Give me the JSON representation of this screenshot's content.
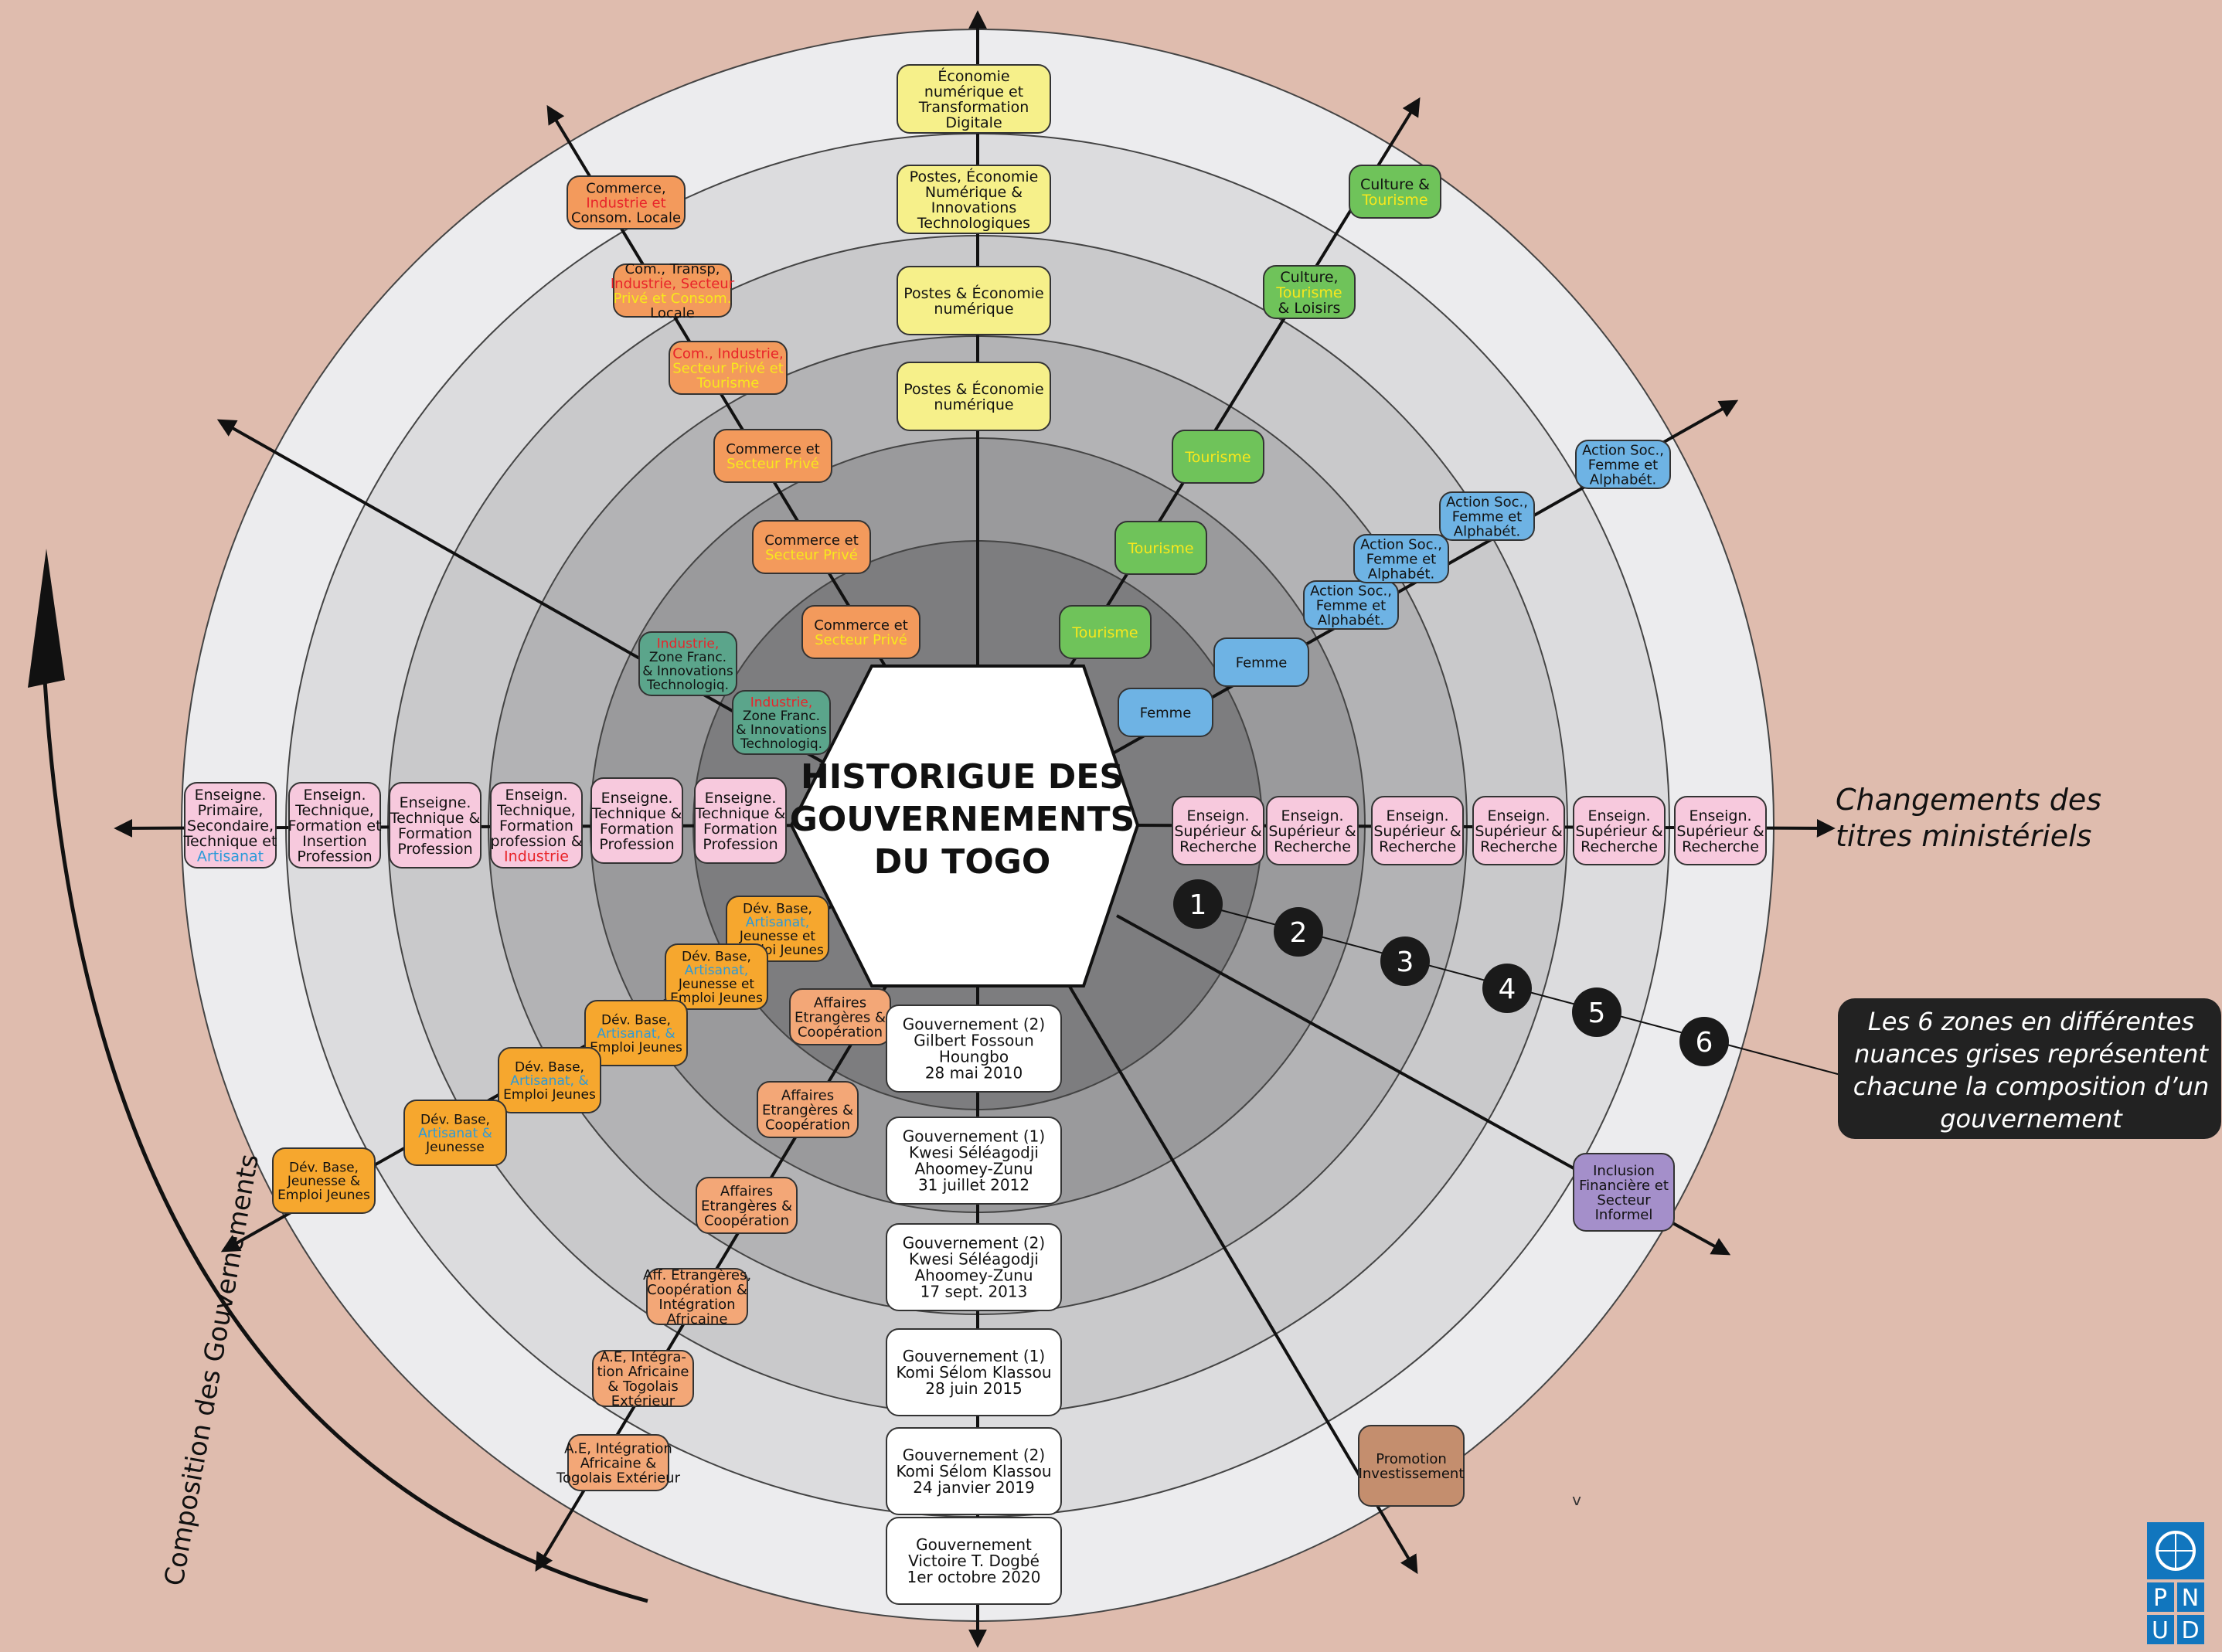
{
  "title": {
    "lines": [
      "HISTORIGUE DES",
      "GOUVERNEMENTS",
      "DU TOGO"
    ]
  },
  "side_labels": {
    "changements": [
      "Changements des",
      "titres ministériels"
    ],
    "composition": "Composition des Gouvernements"
  },
  "legend": {
    "lines": [
      "Les 6 zones en différentes",
      "nuances grises représentent",
      "chacune la composition d’un",
      "gouvernement"
    ]
  },
  "zone_numbers": [
    "1",
    "2",
    "3",
    "4",
    "5",
    "6"
  ],
  "logo": {
    "letters": [
      "P",
      "N",
      "U",
      "D"
    ]
  },
  "stray_mark": "v",
  "colors": {
    "background": "#dfbcae",
    "zones": [
      "#7d7d7f",
      "#9a9a9c",
      "#b3b3b5",
      "#c9c9cb",
      "#dcdcde",
      "#ececee"
    ],
    "pink": "#f7c9dd",
    "yellow": "#f6f08a",
    "green": "#6fc35a",
    "blue": "#6eb3e4",
    "orange_dark": "#f39a5c",
    "orange": "#f6a72e",
    "salmon": "#f3a777",
    "teal": "#5ba58b",
    "purple": "#a48fca",
    "brown": "#c48e6e",
    "white_box": "#ffffff",
    "accent_red": "#e8242a",
    "accent_yellow": "#f8e81c",
    "accent_blue": "#2c9ad9",
    "logo_blue": "#1176be"
  },
  "groups": [
    {
      "name": "enseignement-technique",
      "color": "pink",
      "boxes": [
        {
          "lines": [
            {
              "t": "Enseigne."
            },
            {
              "t": "Technique &"
            },
            {
              "t": "Formation"
            },
            {
              "t": "Profession"
            }
          ]
        },
        {
          "lines": [
            {
              "t": "Enseigne."
            },
            {
              "t": "Technique &"
            },
            {
              "t": "Formation"
            },
            {
              "t": "Profession"
            }
          ]
        },
        {
          "lines": [
            {
              "t": "Enseign."
            },
            {
              "t": "Technique,"
            },
            {
              "t": "Formation"
            },
            {
              "t": "profession &"
            },
            {
              "t": "Industrie",
              "c": "accent_red"
            }
          ]
        },
        {
          "lines": [
            {
              "t": "Enseigne."
            },
            {
              "t": "Technique &"
            },
            {
              "t": "Formation"
            },
            {
              "t": "Profession"
            }
          ]
        },
        {
          "lines": [
            {
              "t": "Enseign."
            },
            {
              "t": "Technique,"
            },
            {
              "t": "Formation et"
            },
            {
              "t": "Insertion"
            },
            {
              "t": "Profession"
            }
          ]
        },
        {
          "lines": [
            {
              "t": "Enseigne."
            },
            {
              "t": "Primaire,"
            },
            {
              "t": "Secondaire,"
            },
            {
              "t": "Technique et"
            },
            {
              "t": "Artisanat",
              "c": "accent_blue"
            }
          ]
        }
      ]
    },
    {
      "name": "enseignement-superieur",
      "color": "pink",
      "boxes": [
        {
          "lines": [
            {
              "t": "Enseign."
            },
            {
              "t": "Supérieur &"
            },
            {
              "t": "Recherche"
            }
          ]
        },
        {
          "lines": [
            {
              "t": "Enseign."
            },
            {
              "t": "Supérieur &"
            },
            {
              "t": "Recherche"
            }
          ]
        },
        {
          "lines": [
            {
              "t": "Enseign."
            },
            {
              "t": "Supérieur &"
            },
            {
              "t": "Recherche"
            }
          ]
        },
        {
          "lines": [
            {
              "t": "Enseign."
            },
            {
              "t": "Supérieur &"
            },
            {
              "t": "Recherche"
            }
          ]
        },
        {
          "lines": [
            {
              "t": "Enseign."
            },
            {
              "t": "Supérieur &"
            },
            {
              "t": "Recherche"
            }
          ]
        },
        {
          "lines": [
            {
              "t": "Enseign."
            },
            {
              "t": "Supérieur &"
            },
            {
              "t": "Recherche"
            }
          ]
        }
      ]
    },
    {
      "name": "postes-economie-numerique",
      "color": "yellow",
      "boxes": [
        {
          "lines": [
            {
              "t": "Postes & Économie"
            },
            {
              "t": "numérique"
            }
          ]
        },
        {
          "lines": [
            {
              "t": "Postes & Économie"
            },
            {
              "t": "numérique"
            }
          ]
        },
        {
          "lines": [
            {
              "t": "Postes, Économie"
            },
            {
              "t": "Numérique &"
            },
            {
              "t": "Innovations"
            },
            {
              "t": "Technologiques"
            }
          ]
        },
        {
          "lines": [
            {
              "t": "Économie"
            },
            {
              "t": "numérique et"
            },
            {
              "t": "Transformation"
            },
            {
              "t": "Digitale"
            }
          ]
        }
      ]
    },
    {
      "name": "commerce",
      "color": "orange_dark",
      "boxes": [
        {
          "lines": [
            {
              "t": "Commerce et"
            },
            {
              "t": "Secteur Privé",
              "c": "accent_yellow"
            }
          ]
        },
        {
          "lines": [
            {
              "t": "Commerce et"
            },
            {
              "t": "Secteur Privé",
              "c": "accent_yellow"
            }
          ]
        },
        {
          "lines": [
            {
              "t": "Commerce et"
            },
            {
              "t": "Secteur Privé",
              "c": "accent_yellow"
            }
          ]
        },
        {
          "lines": [
            {
              "t": "Com., Industrie,",
              "c": "accent_red"
            },
            {
              "t": "Secteur Privé et",
              "c": "accent_yellow"
            },
            {
              "t": "Tourisme",
              "c": "accent_yellow"
            }
          ]
        },
        {
          "lines": [
            {
              "t": "Com., Transp,"
            },
            {
              "t": "Industrie, Secteur",
              "c": "accent_red"
            },
            {
              "t": "Privé et Consom.",
              "c": "accent_yellow"
            },
            {
              "t": "Locale"
            }
          ]
        },
        {
          "lines": [
            {
              "t": "Commerce,"
            },
            {
              "t": "Industrie et",
              "c": "accent_red"
            },
            {
              "t": "Consom. Locale"
            }
          ]
        }
      ]
    },
    {
      "name": "industrie-zone-franche",
      "color": "teal",
      "boxes": [
        {
          "lines": [
            {
              "t": "Industrie,",
              "c": "accent_red"
            },
            {
              "t": "Zone Franc."
            },
            {
              "t": "& Innovations"
            },
            {
              "t": "Technologiq."
            }
          ]
        },
        {
          "lines": [
            {
              "t": "Industrie,",
              "c": "accent_red"
            },
            {
              "t": "Zone Franc."
            },
            {
              "t": "& Innovations"
            },
            {
              "t": "Technologiq."
            }
          ]
        }
      ]
    },
    {
      "name": "tourisme",
      "color": "green",
      "boxes": [
        {
          "lines": [
            {
              "t": "Tourisme",
              "c": "accent_yellow"
            }
          ]
        },
        {
          "lines": [
            {
              "t": "Tourisme",
              "c": "accent_yellow"
            }
          ]
        },
        {
          "lines": [
            {
              "t": "Tourisme",
              "c": "accent_yellow"
            }
          ]
        },
        {
          "lines": [
            {
              "t": "Culture,"
            },
            {
              "t": "Tourisme",
              "c": "accent_yellow"
            },
            {
              "t": "& Loisirs"
            }
          ]
        },
        {
          "lines": [
            {
              "t": "Culture &"
            },
            {
              "t": "Tourisme",
              "c": "accent_yellow"
            }
          ]
        }
      ]
    },
    {
      "name": "femme-action-sociale",
      "color": "blue",
      "boxes": [
        {
          "lines": [
            {
              "t": "Femme"
            }
          ]
        },
        {
          "lines": [
            {
              "t": "Femme"
            }
          ]
        },
        {
          "lines": [
            {
              "t": "Action Soc.,"
            },
            {
              "t": "Femme et"
            },
            {
              "t": "Alphabét."
            }
          ]
        },
        {
          "lines": [
            {
              "t": "Action Soc.,"
            },
            {
              "t": "Femme et"
            },
            {
              "t": "Alphabét."
            }
          ]
        },
        {
          "lines": [
            {
              "t": "Action Soc.,"
            },
            {
              "t": "Femme et"
            },
            {
              "t": "Alphabét."
            }
          ]
        },
        {
          "lines": [
            {
              "t": "Action Soc.,"
            },
            {
              "t": "Femme et"
            },
            {
              "t": "Alphabét."
            }
          ]
        }
      ]
    },
    {
      "name": "developpement-base",
      "color": "orange",
      "boxes": [
        {
          "lines": [
            {
              "t": "Dév. Base,"
            },
            {
              "t": "Artisanat,",
              "c": "accent_blue"
            },
            {
              "t": "Jeunesse et"
            },
            {
              "t": "Emploi Jeunes"
            }
          ]
        },
        {
          "lines": [
            {
              "t": "Dév. Base,"
            },
            {
              "t": "Artisanat,",
              "c": "accent_blue"
            },
            {
              "t": "Jeunesse et"
            },
            {
              "t": "Emploi Jeunes"
            }
          ]
        },
        {
          "lines": [
            {
              "t": "Dév. Base,"
            },
            {
              "t": "Artisanat, &",
              "c": "accent_blue"
            },
            {
              "t": "Emploi Jeunes"
            }
          ]
        },
        {
          "lines": [
            {
              "t": "Dév. Base,"
            },
            {
              "t": "Artisanat, &",
              "c": "accent_blue"
            },
            {
              "t": "Emploi Jeunes"
            }
          ]
        },
        {
          "lines": [
            {
              "t": "Dév. Base,"
            },
            {
              "t": "Artisanat &",
              "c": "accent_blue"
            },
            {
              "t": "Jeunesse"
            }
          ]
        },
        {
          "lines": [
            {
              "t": "Dév. Base,"
            },
            {
              "t": "Jeunesse &"
            },
            {
              "t": "Emploi Jeunes"
            }
          ]
        }
      ]
    },
    {
      "name": "affaires-etrangeres",
      "color": "salmon",
      "boxes": [
        {
          "lines": [
            {
              "t": "Affaires"
            },
            {
              "t": "Etrangères &"
            },
            {
              "t": "Coopération"
            }
          ]
        },
        {
          "lines": [
            {
              "t": "Affaires"
            },
            {
              "t": "Etrangères &"
            },
            {
              "t": "Coopération"
            }
          ]
        },
        {
          "lines": [
            {
              "t": "Affaires"
            },
            {
              "t": "Etrangères &"
            },
            {
              "t": "Coopération"
            }
          ]
        },
        {
          "lines": [
            {
              "t": "Aff. Etrangères,"
            },
            {
              "t": "Coopération &"
            },
            {
              "t": "Intégration"
            },
            {
              "t": "Africaine"
            }
          ]
        },
        {
          "lines": [
            {
              "t": "A.E, Intégra-"
            },
            {
              "t": "tion Africaine"
            },
            {
              "t": "& Togolais"
            },
            {
              "t": "Extérieur"
            }
          ]
        },
        {
          "lines": [
            {
              "t": "A.E, Intégration"
            },
            {
              "t": "Africaine &"
            },
            {
              "t": "Togolais Extérieur"
            }
          ]
        }
      ]
    },
    {
      "name": "gouvernements",
      "color": "white_box",
      "boxes": [
        {
          "lines": [
            {
              "t": "Gouvernement (2)"
            },
            {
              "t": "Gilbert Fossoun"
            },
            {
              "t": "Houngbo"
            },
            {
              "t": "28 mai 2010"
            }
          ]
        },
        {
          "lines": [
            {
              "t": "Gouvernement  (1)"
            },
            {
              "t": "Kwesi Séléagodji"
            },
            {
              "t": "Ahoomey-Zunu"
            },
            {
              "t": "31 juillet 2012"
            }
          ]
        },
        {
          "lines": [
            {
              "t": "Gouvernement (2)"
            },
            {
              "t": "Kwesi Séléagodji"
            },
            {
              "t": "Ahoomey-Zunu"
            },
            {
              "t": "17 sept. 2013"
            }
          ]
        },
        {
          "lines": [
            {
              "t": "Gouvernement (1)"
            },
            {
              "t": "Komi Sélom Klassou"
            },
            {
              "t": "28 juin 2015"
            }
          ]
        },
        {
          "lines": [
            {
              "t": "Gouvernement (2)"
            },
            {
              "t": "Komi Sélom Klassou"
            },
            {
              "t": "24 janvier 2019"
            }
          ]
        },
        {
          "lines": [
            {
              "t": "Gouvernement"
            },
            {
              "t": "Victoire T.  Dogbé"
            },
            {
              "t": "1er octobre 2020"
            }
          ]
        }
      ]
    },
    {
      "name": "inclusion-financiere",
      "color": "purple",
      "boxes": [
        {
          "lines": [
            {
              "t": "Inclusion"
            },
            {
              "t": "Financière et"
            },
            {
              "t": "Secteur"
            },
            {
              "t": "Informel"
            }
          ]
        }
      ]
    },
    {
      "name": "promotion-investissement",
      "color": "brown",
      "boxes": [
        {
          "lines": [
            {
              "t": "Promotion"
            },
            {
              "t": "Investissement"
            }
          ]
        }
      ]
    }
  ]
}
